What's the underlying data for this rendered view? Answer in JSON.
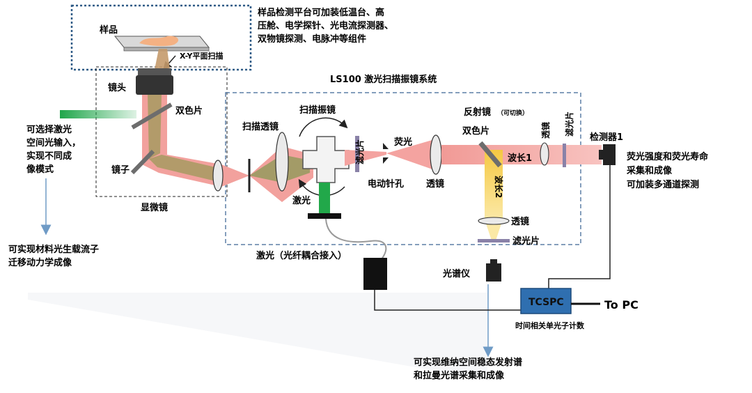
{
  "sample_platform": {
    "title": "样品",
    "xy_scan": "X-Y平面扫描",
    "note_lines": [
      "样品检测平台可加装低温台、高",
      "压舱、电学探针、光电流探测器、",
      "双物镜探测、电脉冲等组件"
    ]
  },
  "microscope": {
    "label": "显微镜",
    "objective": "镜头",
    "dichroic": "双色片",
    "mirror": "镜子",
    "input_note_lines": [
      "可选择激光",
      "空间光输入，",
      "实现不同成",
      "像模式"
    ],
    "carrier_note_lines": [
      "可实现材料光生载流子",
      "迁移动力学成像"
    ]
  },
  "ls100": {
    "title": "LS100 激光扫描振镜系统",
    "scan_lens": "扫描透镜",
    "galvo": "扫描振镜",
    "filter_vertical": "滤光片",
    "fluorescence": "荧光",
    "pinhole": "电动针孔",
    "lens": "透镜",
    "reflector": "反射镜",
    "switchable": "（可切换）",
    "dichroic2": "双色片",
    "lens_vertical": "透镜",
    "filter_vertical2": "滤光片",
    "wavelength1": "波长1",
    "wavelength2": "波长2",
    "lens2": "透镜",
    "filter2": "滤光片",
    "laser": "激光"
  },
  "detector": {
    "label": "检测器1",
    "note_lines": [
      "荧光强度和荧光寿命",
      "采集和成像",
      "可加装多通道探测"
    ]
  },
  "fiber_laser": "激光（光纤耦合接入）",
  "spectrometer": {
    "label": "光谱仪",
    "note_lines": [
      "可实现维纳空间稳态发射谱",
      "和拉曼光谱采集和成像"
    ]
  },
  "tcspc": {
    "label": "TCSPC",
    "sub": "时间相关单光子计数",
    "to_pc": "To PC"
  },
  "colors": {
    "beam_red": "#f4a3a0",
    "beam_green": "#22a84a",
    "beam_yellow": "#f7d35a",
    "box_border": "#2e5a86",
    "arrow_blue": "#6f9bc6",
    "tcspc_fill": "#2f6fb0"
  }
}
